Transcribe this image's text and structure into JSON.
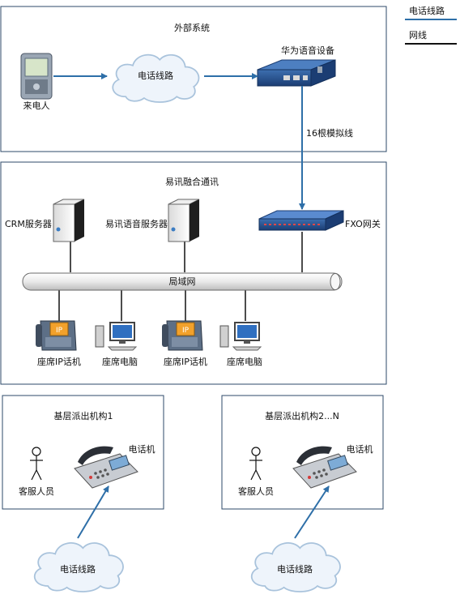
{
  "legend": {
    "phone_line": "电话线路",
    "network_line": "网线"
  },
  "colors": {
    "phone_line": "#2e6fa8",
    "network_line": "#111111",
    "box_border": "#2d4a6a",
    "cloud_fill": "#eef4fb",
    "cloud_stroke": "#a9c3dc"
  },
  "external": {
    "title": "外部系统",
    "caller_label": "来电人",
    "cloud_label": "电话线路",
    "device_label": "华为语音设备",
    "analog_link_label": "16根模拟线"
  },
  "core": {
    "title": "易讯融合通讯",
    "crm_label": "CRM服务器",
    "voice_server_label": "易讯语音服务器",
    "fxo_label": "FXO网关",
    "lan_label": "局域网",
    "seats": [
      "座席IP话机",
      "座席电脑",
      "座席IP话机",
      "座席电脑"
    ],
    "ip_badge": "IP"
  },
  "branches": [
    {
      "title": "基层派出机构1",
      "person_label": "客服人员",
      "phone_label": "电话机",
      "cloud_label": "电话线路"
    },
    {
      "title": "基层派出机构2...N",
      "person_label": "客服人员",
      "phone_label": "电话机",
      "cloud_label": "电话线路"
    }
  ]
}
